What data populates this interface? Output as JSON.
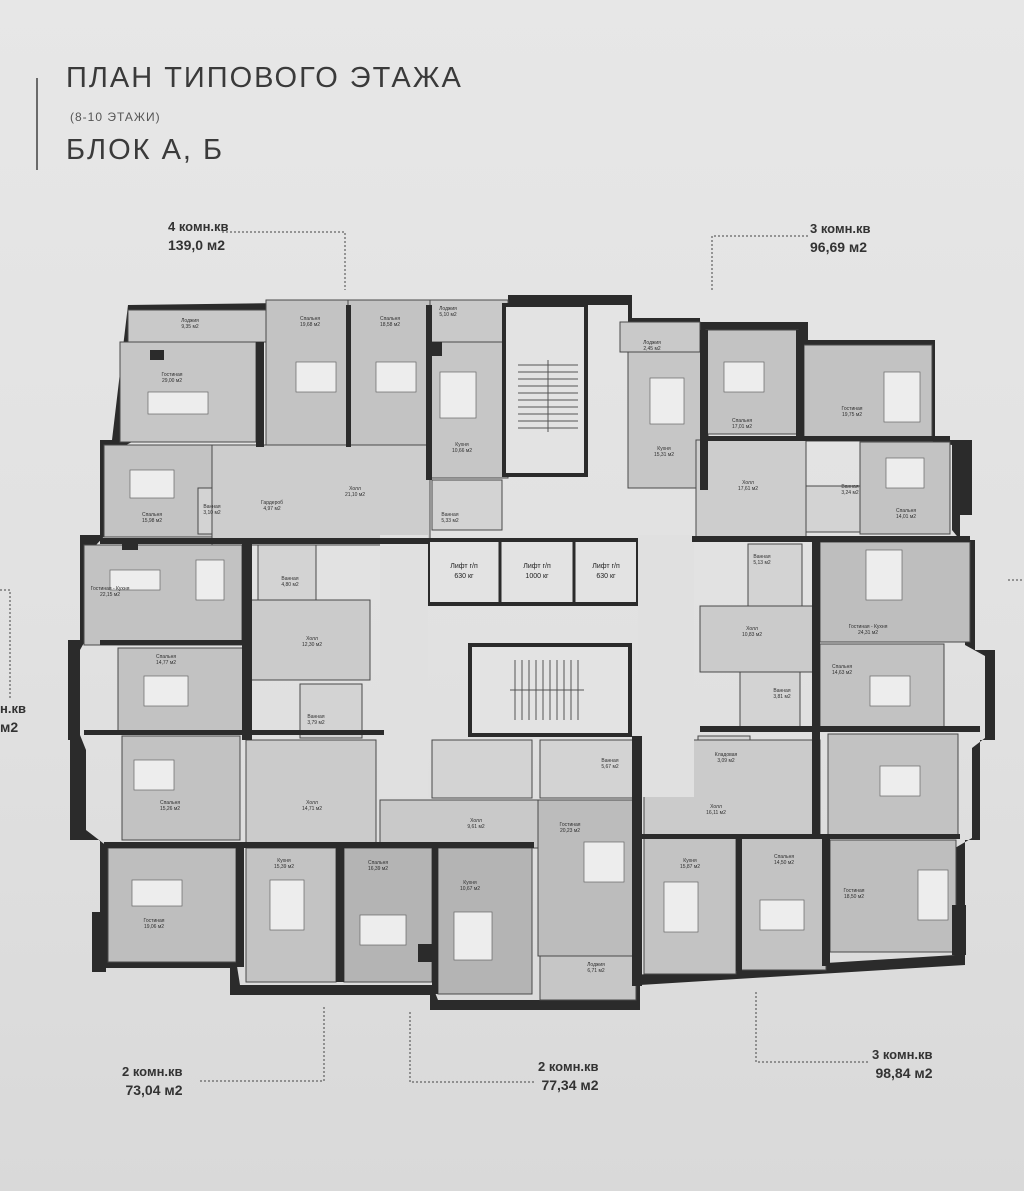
{
  "header": {
    "title": "ПЛАН ТИПОВОГО ЭТАЖА",
    "floors": "(8-10 ЭТАЖИ)",
    "block": "БЛОК А, Б"
  },
  "apartments": [
    {
      "type": "4 комн.кв",
      "area": "139,0 м2"
    },
    {
      "type": "3 комн.кв",
      "area": "96,69 м2"
    },
    {
      "type": "2 комн.кв",
      "area": "73,04 м2"
    },
    {
      "type": "2 комн.кв",
      "area": "77,34 м2"
    },
    {
      "type": "3 комн.кв",
      "area": "98,84 м2"
    },
    {
      "type": "н.кв",
      "area": "м2"
    }
  ],
  "lifts": [
    {
      "name": "Лифт г/п",
      "load": "630 кг"
    },
    {
      "name": "Лифт г/п",
      "load": "1000 кг"
    },
    {
      "name": "Лифт г/п",
      "load": "630 кг"
    }
  ],
  "rooms": [
    {
      "name": "Лоджия",
      "area": "9,35 м2"
    },
    {
      "name": "Спальня",
      "area": "19,68 м2"
    },
    {
      "name": "Спальня",
      "area": "18,58 м2"
    },
    {
      "name": "Лоджия",
      "area": "5,10 м2"
    },
    {
      "name": "Гостиная",
      "area": "29,00 м2"
    },
    {
      "name": "Кухня",
      "area": "10,66 м2"
    },
    {
      "name": "Спальня",
      "area": "15,98 м2"
    },
    {
      "name": "Ванная",
      "area": "3,10 м2"
    },
    {
      "name": "Гардероб",
      "area": "4,97 м2"
    },
    {
      "name": "Холл",
      "area": "21,10 м2"
    },
    {
      "name": "Ванная",
      "area": "5,33 м2"
    },
    {
      "name": "Гостиная - Кухня",
      "area": "22,15 м2"
    },
    {
      "name": "Ванная",
      "area": "4,80 м2"
    },
    {
      "name": "Холл",
      "area": "12,30 м2"
    },
    {
      "name": "Спальня",
      "area": "14,77 м2"
    },
    {
      "name": "Ванная",
      "area": "3,79 м2"
    },
    {
      "name": "Спальня",
      "area": "15,26 м2"
    },
    {
      "name": "Холл",
      "area": "14,71 м2"
    },
    {
      "name": "Гостиная",
      "area": "19,06 м2"
    },
    {
      "name": "Кухня",
      "area": "15,39 м2"
    },
    {
      "name": "Спальня",
      "area": "16,39 м2"
    },
    {
      "name": "Кухня",
      "area": "10,67 м2"
    },
    {
      "name": "Холл",
      "area": "9,61 м2"
    },
    {
      "name": "Гостиная",
      "area": "20,23 м2"
    },
    {
      "name": "Лоджия",
      "area": "6,71 м2"
    },
    {
      "name": "Ванная",
      "area": "5,67 м2"
    },
    {
      "name": "Лоджия",
      "area": "2,45 м2"
    },
    {
      "name": "Кухня",
      "area": "15,31 м2"
    },
    {
      "name": "Спальня",
      "area": "17,01 м2"
    },
    {
      "name": "Гостиная",
      "area": "19,75 м2"
    },
    {
      "name": "Холл",
      "area": "17,61 м2"
    },
    {
      "name": "Ванная",
      "area": "3,24 м2"
    },
    {
      "name": "Спальня",
      "area": "14,01 м2"
    },
    {
      "name": "Ванная",
      "area": "5,13 м2"
    },
    {
      "name": "Гостиная - Кухня",
      "area": "24,31 м2"
    },
    {
      "name": "Холл",
      "area": "10,83 м2"
    },
    {
      "name": "Спальня",
      "area": "14,63 м2"
    },
    {
      "name": "Ванная",
      "area": "3,81 м2"
    },
    {
      "name": "Холл",
      "area": "16,11 м2"
    },
    {
      "name": "Кухня",
      "area": "15,87 м2"
    },
    {
      "name": "Спальня",
      "area": "14,50 м2"
    },
    {
      "name": "Гостиная",
      "area": "18,50 м2"
    },
    {
      "name": "Кладовая",
      "area": "3,09 м2"
    }
  ]
}
